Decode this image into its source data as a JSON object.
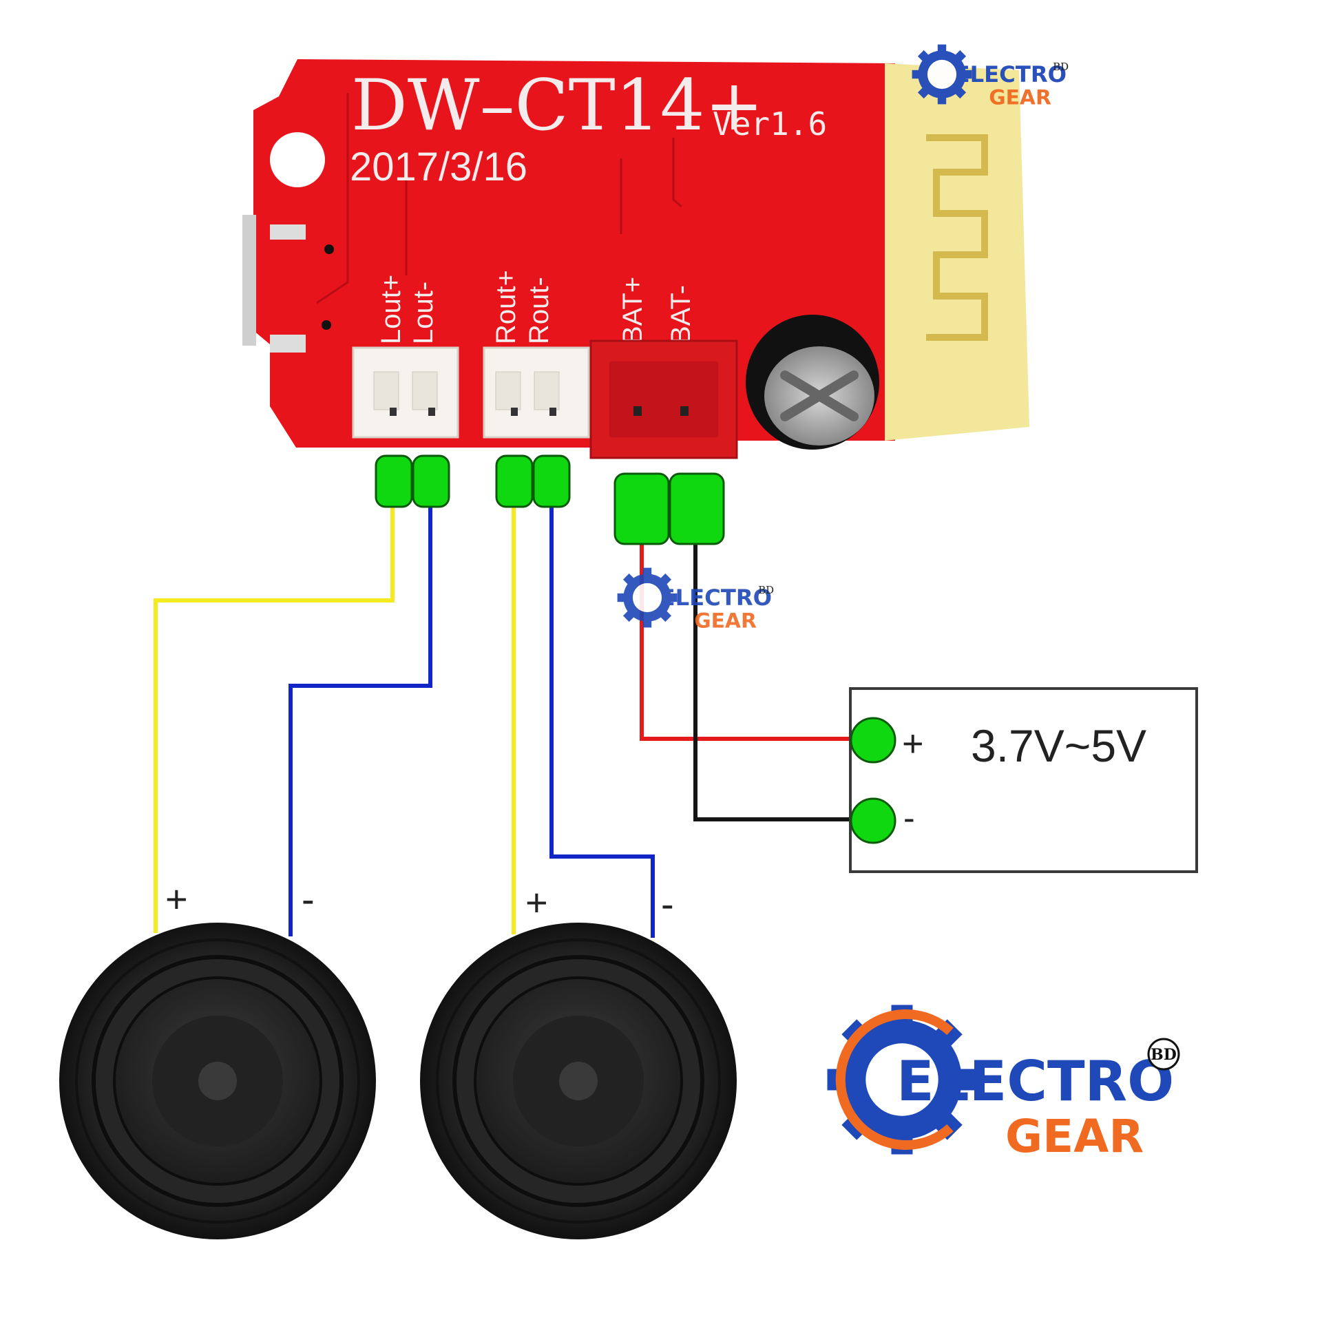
{
  "board": {
    "model": "DW–CT14+",
    "version": "Ver1.6",
    "date": "2017/3/16",
    "pin_lout_plus": "Lout+",
    "pin_lout_minus": "Lout-",
    "pin_rout_plus": "Rout+",
    "pin_rout_minus": "Rout-",
    "pin_bat_plus": "BAT+",
    "pin_bat_minus": "BAT-"
  },
  "power_supply": {
    "plus_label": "+",
    "minus_label": "-",
    "voltage": "3.7V~5V"
  },
  "speakers": {
    "left_plus": "+",
    "left_minus": "-",
    "right_plus": "+",
    "right_minus": "-"
  },
  "logo": {
    "line1": "ELECTRO",
    "line2": "GEAR",
    "badge": "BD"
  },
  "colors": {
    "board_red": "#e8141b",
    "antenna_yellow": "#f2e79a",
    "terminal_green": "#10d810",
    "wire_yellow": "#f5ea1e",
    "wire_blue": "#1226c8",
    "wire_red": "#e51b1b",
    "wire_black": "#151515",
    "logo_blue": "#1f48b8",
    "logo_orange": "#f06a22"
  }
}
